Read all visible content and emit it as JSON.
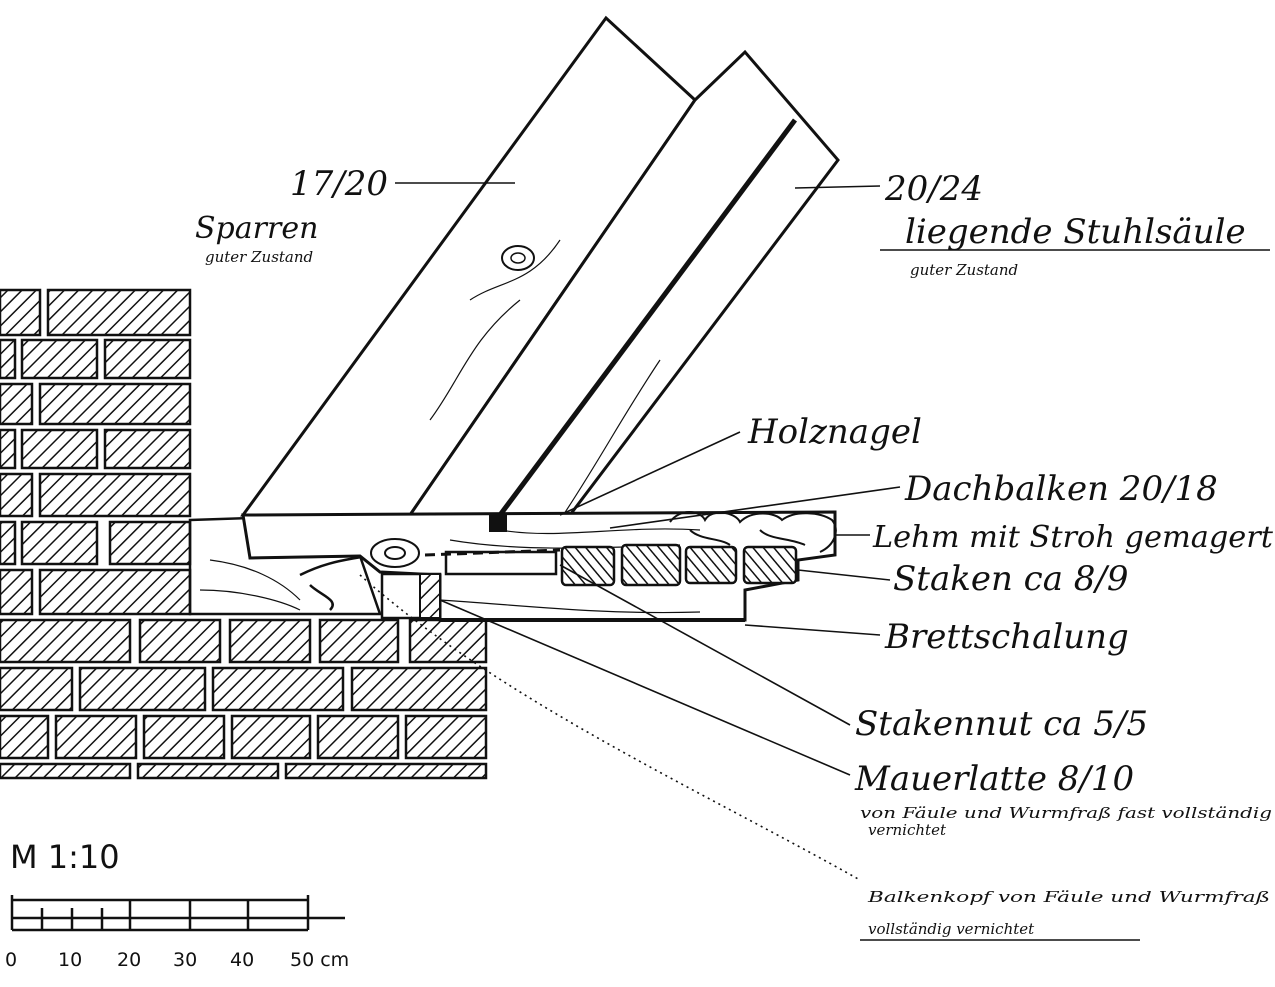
{
  "labels": {
    "rafter_dim": "17/20",
    "rafter_name": "Sparren",
    "rafter_cond": "guter Zustand",
    "post_dim": "20/24",
    "post_name": "liegende Stuhlsäule",
    "post_cond": "guter Zustand",
    "wood_nail": "Holznagel",
    "tie_beam": "Dachbalken 20/18",
    "clay": "Lehm mit Stroh gemagert",
    "studs": "Staken ca 8/9",
    "boarding": "Brettschalung",
    "stud_groove": "Stakennut ca 5/5",
    "wall_plate": "Mauerlatte 8/10",
    "wall_plate_note_1": "von Fäule und Wurmfraß fast vollständig",
    "wall_plate_note_2": "vernichtet",
    "beam_head_note_1": "Balkenkopf von Fäule und Wurmfraß",
    "beam_head_note_2": "vollständig vernichtet"
  },
  "scale": {
    "title": "M 1:10",
    "ticks": [
      "0",
      "10",
      "20",
      "30",
      "40",
      "50 cm"
    ]
  }
}
